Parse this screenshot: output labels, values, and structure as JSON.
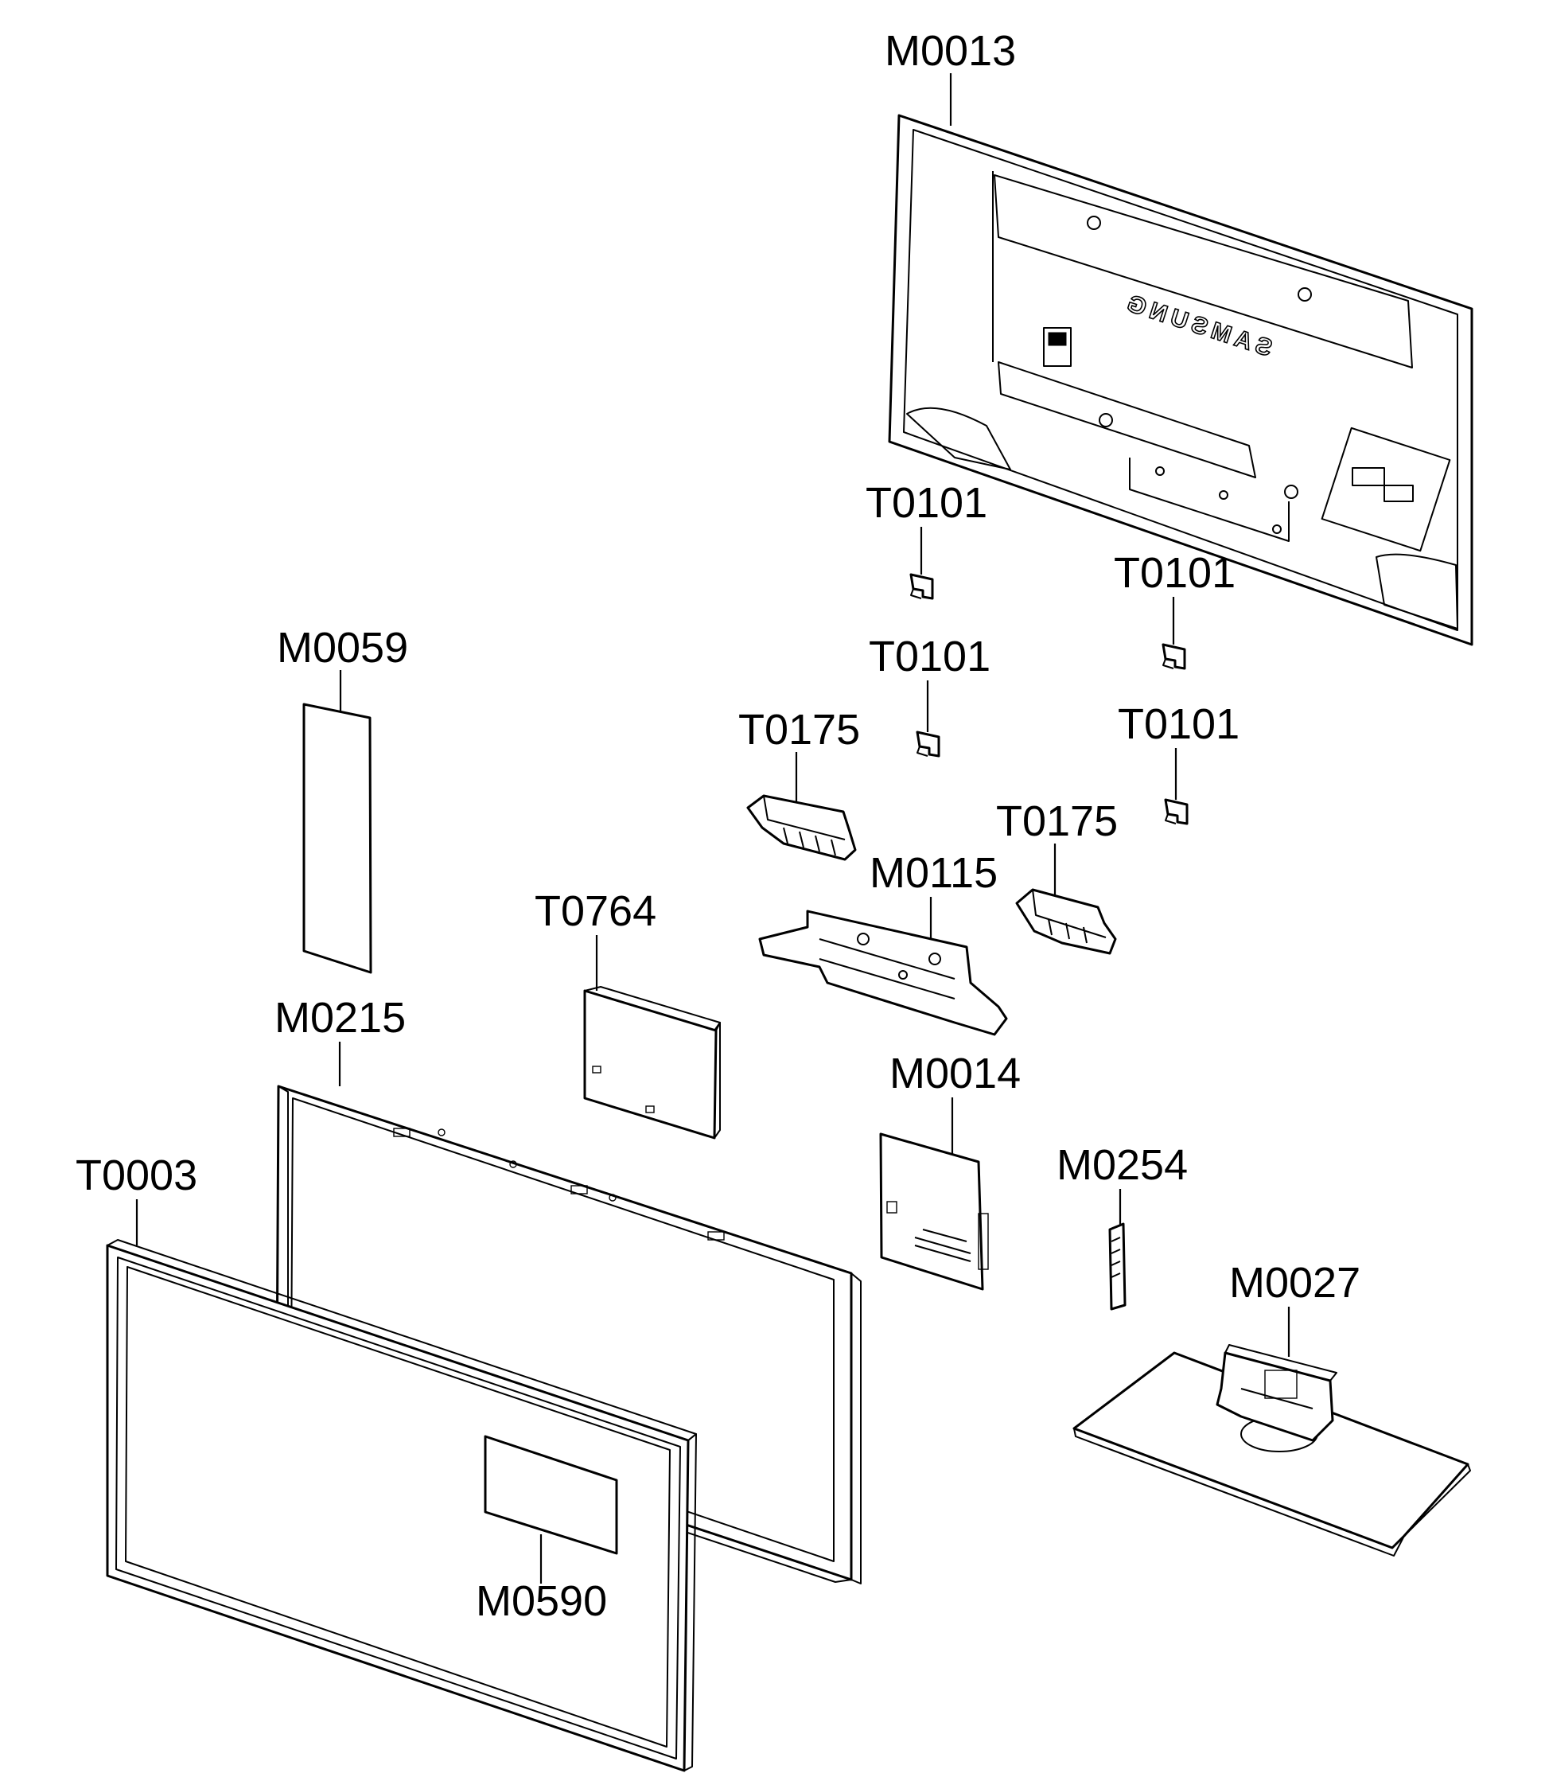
{
  "parts": {
    "m0013": "M0013",
    "t0101_a": "T0101",
    "t0101_b": "T0101",
    "t0101_c": "T0101",
    "t0101_d": "T0101",
    "m0059": "M0059",
    "t0175_a": "T0175",
    "t0175_b": "T0175",
    "m0115": "M0115",
    "t0764": "T0764",
    "m0215": "M0215",
    "m0014": "M0014",
    "m0254": "M0254",
    "t0003": "T0003",
    "m0027": "M0027",
    "m0590": "M0590"
  },
  "rear_cover_logo": "SAMSUNG"
}
